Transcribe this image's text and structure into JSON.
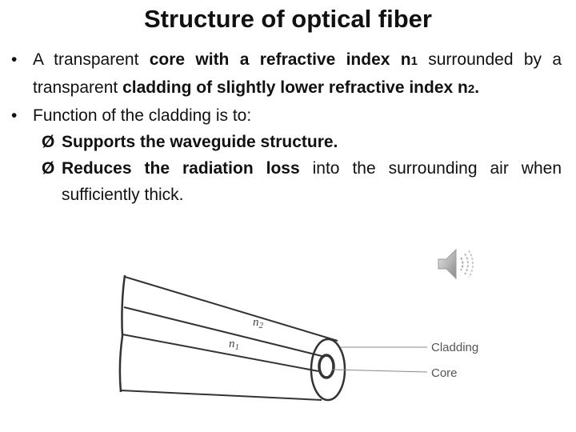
{
  "title": "Structure of optical fiber",
  "bullet1": {
    "t1": "A transparent ",
    "t2": "core",
    "t3": " with a ",
    "t4": "refractive index n",
    "t4_sub": "1",
    "t5": " surrounded by a transparent ",
    "t6": "cladding of slightly lower refractive index n",
    "t6_sub": "2",
    "t7": "."
  },
  "bullet2": {
    "text": "Function of the cladding is to:"
  },
  "subitems": [
    {
      "bold": "Supports the waveguide structure.",
      "rest": ""
    },
    {
      "bold": "Reduces the radiation loss",
      "rest": " into the surrounding air when sufficiently thick."
    }
  ],
  "diagram": {
    "n2": "n",
    "n2_sub": "2",
    "n1": "n",
    "n1_sub": "1",
    "cladding_label": "Cladding",
    "core_label": "Core"
  },
  "icons": {
    "speaker": "speaker-icon",
    "bullet": "bullet-dot",
    "arrow": "arrow-bullet-icon"
  },
  "colors": {
    "text": "#111111",
    "diagram_line": "#333333",
    "label": "#555555"
  }
}
